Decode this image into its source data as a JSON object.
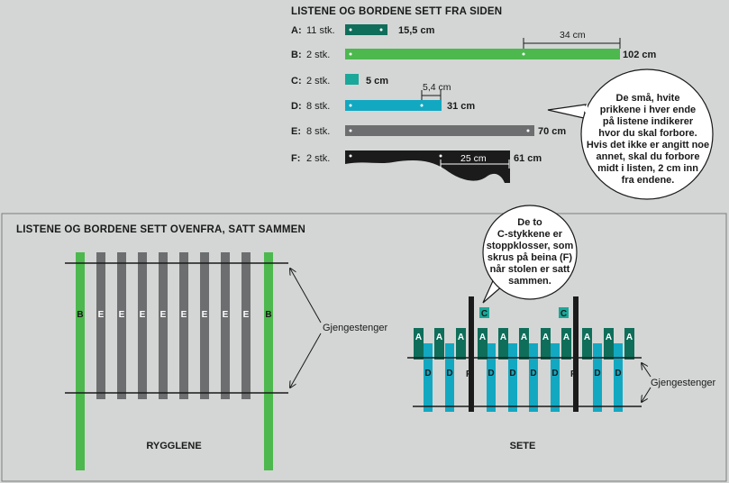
{
  "colors": {
    "background": "#d3d6d4",
    "dark_green": "#0f6e5a",
    "green": "#4cb84e",
    "teal": "#1aa89a",
    "cyan": "#13a8c1",
    "gray": "#6c6e6f",
    "black": "#1b1b1b",
    "white": "#ffffff"
  },
  "side_view": {
    "title": "LISTENE OG BORDENE SETT FRA SIDEN",
    "items": [
      {
        "letter": "A:",
        "qty": "11 stk.",
        "length": "15,5 cm"
      },
      {
        "letter": "B:",
        "qty": "2 stk.",
        "length": "102 cm",
        "dimension": "34 cm"
      },
      {
        "letter": "C:",
        "qty": "2 stk.",
        "length": "5 cm"
      },
      {
        "letter": "D:",
        "qty": "8 stk.",
        "length": "31 cm",
        "dimension": "5,4 cm"
      },
      {
        "letter": "E:",
        "qty": "8 stk.",
        "length": "70 cm"
      },
      {
        "letter": "F:",
        "qty": "2 stk.",
        "length": "61 cm",
        "dimension": "25 cm"
      }
    ],
    "bubble_lines": [
      "De små, hvite",
      "prikkene i hver ende",
      "på listene indikerer",
      "hvor du skal forbore.",
      "Hvis det ikke er angitt noe",
      "annet, skal du forbore",
      "midt i listen, 2 cm inn",
      "fra endene."
    ]
  },
  "top_view": {
    "title": "LISTENE OG BORDENE SETT OVENFRA, SATT SAMMEN",
    "back_caption": "RYGGLENE",
    "seat_caption": "SETE",
    "rod_label_back": "Gjengestenger",
    "rod_label_seat": "Gjengestenger",
    "back_letters": [
      "B",
      "E",
      "E",
      "E",
      "E",
      "E",
      "E",
      "E",
      "E",
      "B"
    ],
    "seat_a_letter": "A",
    "seat_d_letter": "D",
    "seat_f_letter": "F",
    "seat_c_letter": "C",
    "bubble_lines": [
      "De to",
      "C-stykkene er",
      "stoppklosser, som",
      "skrus på beina (F)",
      "når stolen er satt",
      "sammen."
    ]
  }
}
